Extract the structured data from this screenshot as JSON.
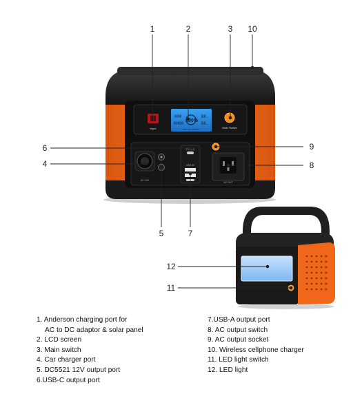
{
  "callouts": [
    "1",
    "2",
    "3",
    "10",
    "6",
    "9",
    "4",
    "8",
    "5",
    "7",
    "12",
    "11"
  ],
  "device_text": {
    "input_label": "Input",
    "main_switch_label": "Main Switch",
    "usb_label": "USB 5V",
    "typec_label": "TYPE-C",
    "ac_label": "AC OUT",
    "car_port_label": "DC 12V",
    "dc_label": "DC 12V",
    "lcd_left_top": "000",
    "lcd_left_bottom": "0000",
    "lcd_center": "100%",
    "lcd_right_top": "88.",
    "lcd_right_bottom": "88.",
    "lcd_bottom": "EXIT  AC  USB  DC"
  },
  "legend": {
    "left": [
      "1. Anderson charging port for",
      "AC to DC adaptor & solar panel",
      "2. LCD screen",
      "3. Main switch",
      "4. Car charger port",
      "5. DC5521 12V output port",
      "6.USB-C output port"
    ],
    "right": [
      "7.USB-A output port",
      "8. AC output switch",
      "9. AC output socket",
      "10. Wireless cellphone charger",
      "11. LED light switch",
      "12. LED light"
    ]
  },
  "colors": {
    "orange": "#f26a1b",
    "dark": "#1e1e1e",
    "panel": "#141414",
    "lcd": "#2f8fe6"
  }
}
